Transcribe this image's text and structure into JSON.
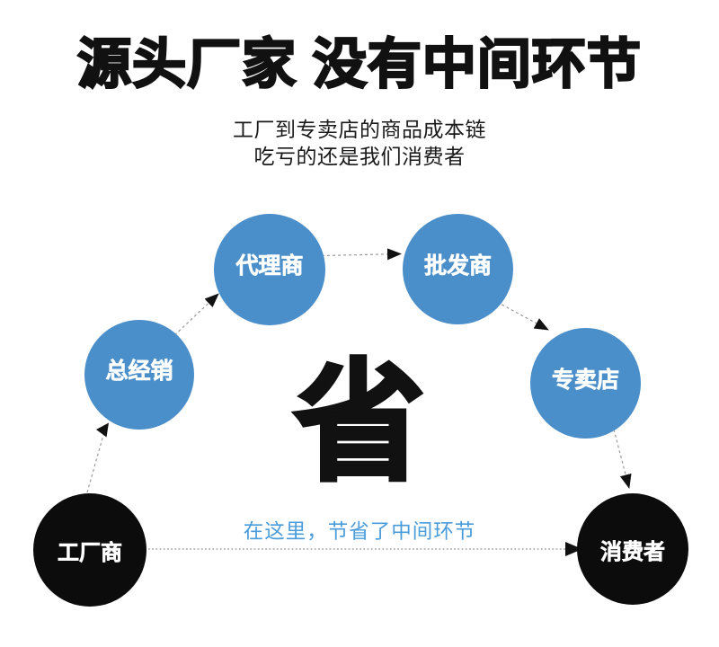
{
  "header": {
    "title": "源头厂家 没有中间环节",
    "subtitle_line1": "工厂到专卖店的商品成本链",
    "subtitle_line2": "吃亏的还是我们消费者"
  },
  "diagram": {
    "center_char": "省",
    "caption": "在这里，节省了中间环节",
    "colors": {
      "node_blue": "#4a8eca",
      "node_black": "#0c0c0c",
      "caption_blue": "#4a9cdb",
      "arrow_gray": "#999999",
      "arrowhead_black": "#111111"
    },
    "nodes": [
      {
        "id": "factory",
        "label": "工厂商",
        "type": "black"
      },
      {
        "id": "general-distributor",
        "label": "总经销",
        "type": "blue"
      },
      {
        "id": "agent",
        "label": "代理商",
        "type": "blue"
      },
      {
        "id": "wholesaler",
        "label": "批发商",
        "type": "blue"
      },
      {
        "id": "specialty-store",
        "label": "专卖店",
        "type": "blue"
      },
      {
        "id": "consumer",
        "label": "消费者",
        "type": "black"
      }
    ]
  }
}
